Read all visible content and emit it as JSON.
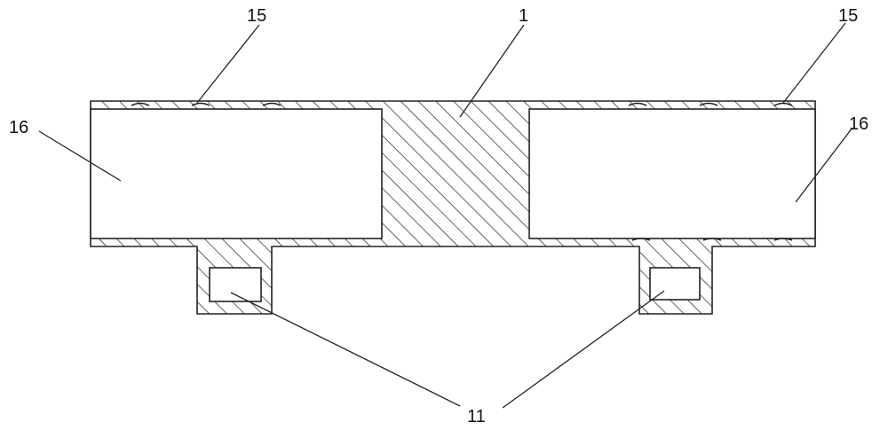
{
  "labels": {
    "center": "1",
    "top_left": "15",
    "top_right": "15",
    "side_left": "16",
    "side_right": "16",
    "bottom": "11"
  },
  "colors": {
    "line": "#222222",
    "background": "#ffffff"
  }
}
